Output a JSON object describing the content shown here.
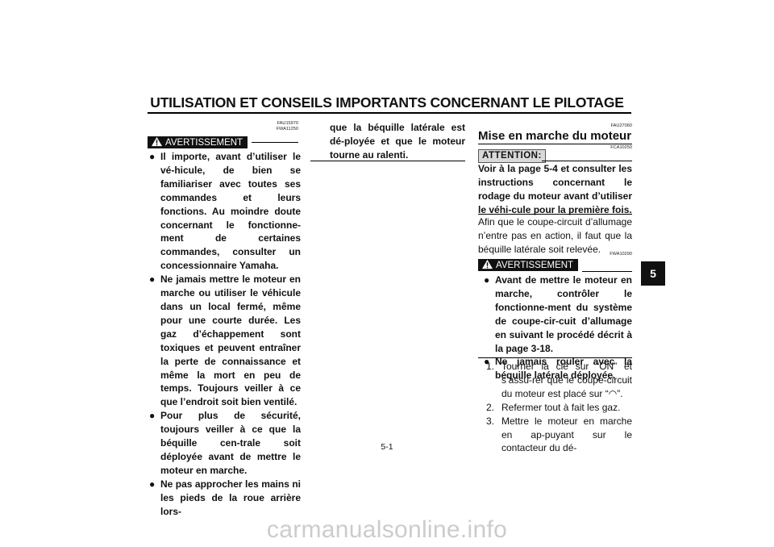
{
  "header": {
    "title": "UTILISATION ET CONSEILS IMPORTANTS CONCERNANT LE PILOTAGE"
  },
  "col1": {
    "code1": "FAU15970",
    "code2": "FWA11250",
    "warning_label": "AVERTISSEMENT",
    "bullet_glyph": "●",
    "bullets": [
      "Il importe, avant d’utiliser le vé-hicule, de bien se familiariser avec toutes ses commandes et leurs fonctions. Au moindre doute concernant le fonctionne-ment de certaines commandes, consulter un concessionnaire Yamaha.",
      "Ne jamais mettre le moteur en marche ou utiliser le véhicule dans un local fermé, même pour une courte durée. Les gaz d’échappement sont toxiques et peuvent entraîner la perte de connaissance et même la mort en peu de temps. Toujours veiller à ce que l’endroit soit bien ventilé.",
      "Pour plus de sécurité, toujours veiller à ce que la béquille cen-trale soit déployée avant de mettre le moteur en marche.",
      "Ne pas approcher les mains ni les pieds de la roue arrière lors-"
    ]
  },
  "col2": {
    "continuation": "que la béquille latérale est dé-ployée et que le moteur tourne au ralenti."
  },
  "col3": {
    "code_heading": "FAU27060",
    "heading": "Mise en marche du moteur",
    "code_attention": "FCA10250",
    "attention_label": "ATTENTION:",
    "attention_text": "Voir à la page 5-4 et consulter les instructions concernant le rodage du moteur avant d’utiliser le véhi-cule pour la première fois.",
    "paragraph": "Afin que le coupe-circuit d’allumage n’entre pas en action, il faut que la béquille latérale soit relevée.",
    "code_warning": "FWA10290",
    "warning_label": "AVERTISSEMENT",
    "bullet_glyph": "●",
    "bullets": [
      "Avant de mettre le moteur en marche, contrôler le fonctionne-ment du système de coupe-cir-cuit d’allumage en suivant le procédé décrit à la page 3-18.",
      "Ne jamais rouler avec la béquille latérale déployée."
    ],
    "steps": [
      {
        "num": "1.",
        "pre": "Tourner la clé sur “ON” et s’assu-rer que le coupe-circuit du moteur est placé sur “",
        "symbol": "◠",
        "post": "”."
      },
      {
        "num": "2.",
        "text": "Refermer tout à fait les gaz."
      },
      {
        "num": "3.",
        "text": "Mettre le moteur en marche en ap-puyant sur le contacteur du dé-"
      }
    ]
  },
  "tab": {
    "label": "5"
  },
  "footer": {
    "page": "5-1"
  },
  "watermark": {
    "text": "carmanualsonline.info"
  }
}
